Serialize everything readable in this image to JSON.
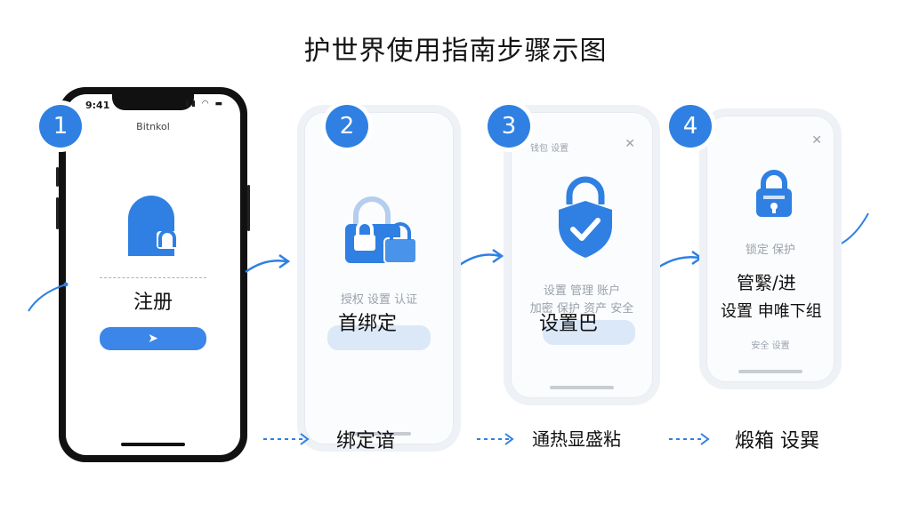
{
  "title": "护世界使用指南步骤示图",
  "steps": [
    {
      "number": "1",
      "screen_title": "Bitnkol",
      "label": "注册",
      "icon": "lock-person-icon"
    },
    {
      "number": "2",
      "faded_text": "授权 设置 认证",
      "label": "首绑定",
      "caption": "绑定谙",
      "icon": "double-lock-icon"
    },
    {
      "number": "3",
      "screen_title": "钱包 设置",
      "faded_text_1": "设置 管理 账户",
      "faded_text_2": "加密 保护 资产 安全",
      "label": "设置巴",
      "caption": "通热显盛粘",
      "icon": "shield-check-icon"
    },
    {
      "number": "4",
      "faded_text_1": "锁定 保护",
      "label_1": "管繄/进",
      "label_2": "设置 申唯下组",
      "footer_text": "安全 设置",
      "caption": "煅箱 设巽",
      "icon": "padlock-icon"
    }
  ],
  "colors": {
    "accent": "#2f80e2",
    "ghost": "#dbe8f8",
    "text": "#111111"
  }
}
